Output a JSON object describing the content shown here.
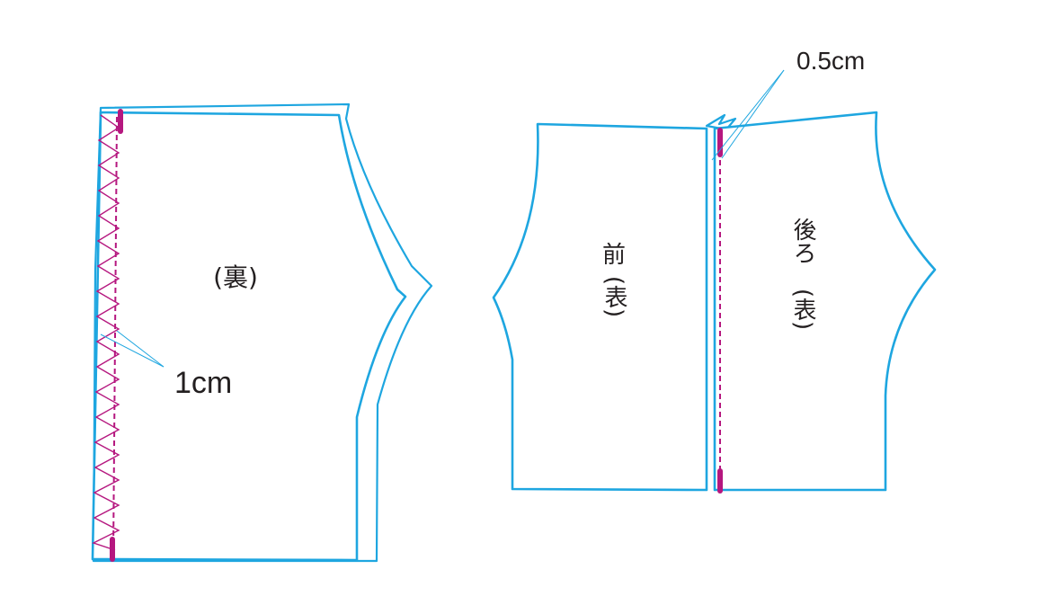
{
  "labels": {
    "left_panel": "(裏)",
    "front_char": "前",
    "front_face": "(表)",
    "back_chars": "後ろ",
    "back_face": "(表)"
  },
  "measurements": {
    "seam_allowance": "1cm",
    "stitch_offset": "0.5cm"
  },
  "colors": {
    "outline": "#1ea6e0",
    "stitch": "#b5177f",
    "leader": "#1ea6e0",
    "text": "#231f20"
  }
}
